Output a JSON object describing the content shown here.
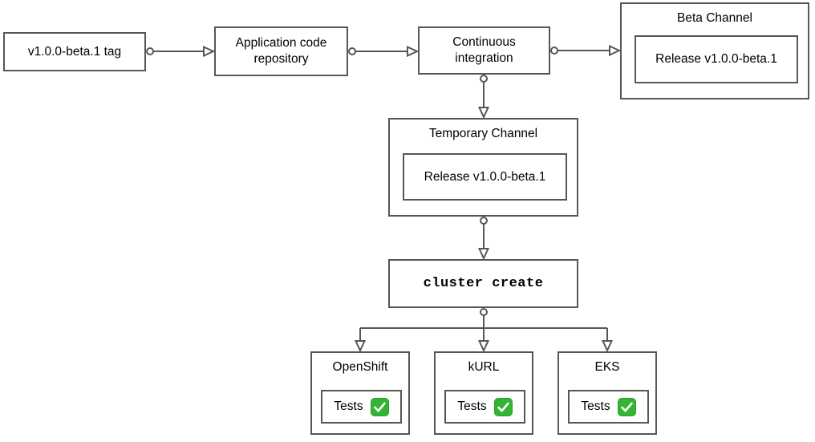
{
  "diagram": {
    "background_color": "#ffffff",
    "stroke_color": "#565656",
    "text_color": "#000000",
    "check_color": "#33b433",
    "nodes": {
      "tag": {
        "label": "v1.0.0-beta.1 tag"
      },
      "repo": {
        "label": "Application code repository"
      },
      "ci": {
        "label": "Continuous integration"
      },
      "beta_channel": {
        "title": "Beta Channel",
        "release_label": "Release v1.0.0-beta.1"
      },
      "temporary_channel": {
        "title": "Temporary Channel",
        "release_label": "Release v1.0.0-beta.1"
      },
      "cluster_create": {
        "label": "cluster create"
      },
      "clusters": [
        {
          "name": "OpenShift",
          "tests_label": "Tests",
          "status_icon": "check-passed",
          "status": "passed"
        },
        {
          "name": "kURL",
          "tests_label": "Tests",
          "status_icon": "check-passed",
          "status": "passed"
        },
        {
          "name": "EKS",
          "tests_label": "Tests",
          "status_icon": "check-passed",
          "status": "passed"
        }
      ]
    },
    "edges": [
      {
        "from": "tag",
        "to": "repo"
      },
      {
        "from": "repo",
        "to": "ci"
      },
      {
        "from": "ci",
        "to": "beta_channel"
      },
      {
        "from": "ci",
        "to": "temporary_channel"
      },
      {
        "from": "temporary_channel",
        "to": "cluster_create"
      },
      {
        "from": "cluster_create",
        "to": "openshift"
      },
      {
        "from": "cluster_create",
        "to": "kurl"
      },
      {
        "from": "cluster_create",
        "to": "eks"
      }
    ]
  }
}
